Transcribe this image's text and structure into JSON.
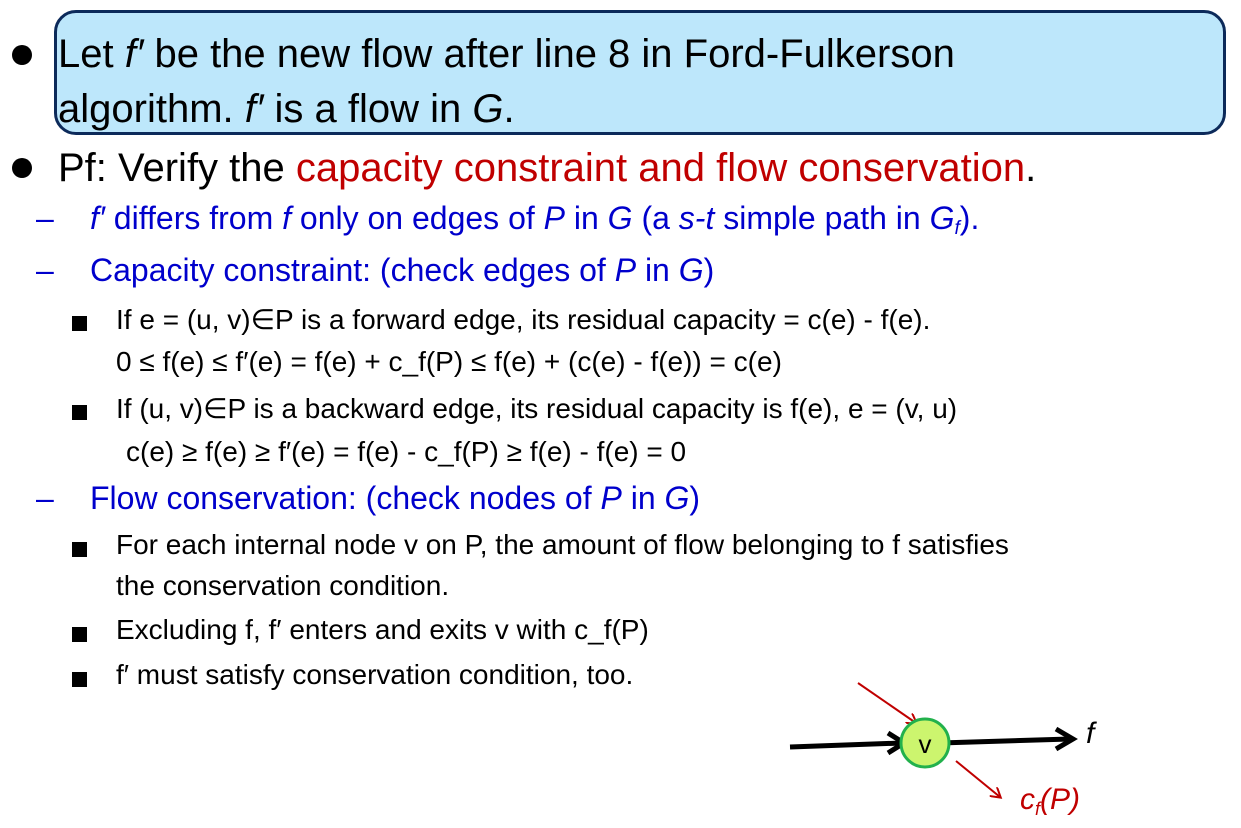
{
  "callout": {
    "line1": {
      "pre": "Let ",
      "fp": "f′",
      "post": " be the new flow after line 8 in Ford-Fulkerson"
    },
    "line2": {
      "pre": "algorithm. ",
      "fp": "f′",
      "mid": " is a flow in ",
      "G": "G",
      "end": "."
    }
  },
  "proof": {
    "pre": "Pf: Verify the ",
    "highlight": "capacity constraint and flow conservation",
    "end": ".",
    "colors": {
      "highlight": "#c00000",
      "sub": "#0000cc"
    }
  },
  "differs": {
    "fp": "f′",
    "t1": " differs from ",
    "f": "f",
    "t2": " only on edges of ",
    "P": "P",
    "t3": " in ",
    "G": "G",
    "t4": " (a ",
    "st": "s-t",
    "t5": " simple path in ",
    "G2": "G",
    "sub": "f",
    "t6": ")."
  },
  "capacity": {
    "heading": {
      "t1": "Capacity constraint: (check edges of ",
      "P": "P",
      "t2": " in ",
      "G": "G",
      "t3": ")"
    },
    "forward": {
      "line1": "If e = (u, v)∈P is a forward edge, its residual capacity = c(e) - f(e).",
      "line2": "0 ≤ f(e) ≤ f′(e) = f(e) + c_f(P) ≤ f(e) + (c(e) - f(e)) = c(e)"
    },
    "backward": {
      "line1": "If (u, v)∈P is a backward edge, its residual capacity is f(e), e = (v, u)",
      "line2": "c(e) ≥ f(e) ≥ f′(e) = f(e) - c_f(P) ≥ f(e) - f(e) = 0"
    }
  },
  "conservation": {
    "heading": {
      "t1": "Flow conservation: (check nodes of ",
      "P": "P",
      "t2": " in ",
      "G": "G",
      "t3": ")"
    },
    "items": [
      "For each internal node v on P, the amount of flow belonging to f satisfies",
      "the conservation condition.",
      "Excluding f, f′ enters and exits v with c_f(P)",
      "f′ must satisfy conservation condition, too."
    ]
  },
  "diagram": {
    "node_label": "v",
    "out_label": "f",
    "residual_label_c": "c",
    "residual_label_sub": "f",
    "residual_label_rest": "(P)",
    "colors": {
      "node_fill": "#ccf56e",
      "node_stroke": "#22b14c",
      "red_arrow": "#c00000",
      "black_arrow": "#000000"
    }
  }
}
